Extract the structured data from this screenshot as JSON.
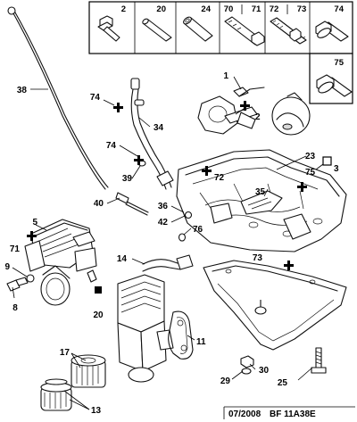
{
  "header_boxes": [
    {
      "label": "2",
      "icon": "short-flange-bolt-icon"
    },
    {
      "label": "20",
      "icon": "dowel-pin-icon"
    },
    {
      "label": "24",
      "icon": "hollow-dowel-icon"
    },
    {
      "label": "70",
      "label2": "71",
      "icon": "long-hex-bolt-icon"
    },
    {
      "label": "72",
      "label2": "73",
      "icon": "stud-bolt-icon"
    },
    {
      "label": "74",
      "icon": "flange-bolt-icon"
    },
    {
      "label": "75",
      "icon": "flange-bolt-large-icon"
    }
  ],
  "callouts": {
    "c1": "1",
    "c2": "2",
    "c3": "3",
    "c5": "5",
    "c8": "8",
    "c9": "9",
    "c11": "11",
    "c13": "13",
    "c14": "14",
    "c17": "17",
    "c20": "20",
    "c23": "23",
    "c25": "25",
    "c29": "29",
    "c30": "30",
    "c34": "34",
    "c35": "35",
    "c36": "36",
    "c38": "38",
    "c39": "39",
    "c40": "40",
    "c42": "42",
    "c71": "71",
    "c72": "72",
    "c73": "73",
    "c74a": "74",
    "c74b": "74",
    "c75": "75",
    "c76": "76"
  },
  "footer": {
    "date": "07/2008",
    "reference": "BF 11A38E"
  }
}
